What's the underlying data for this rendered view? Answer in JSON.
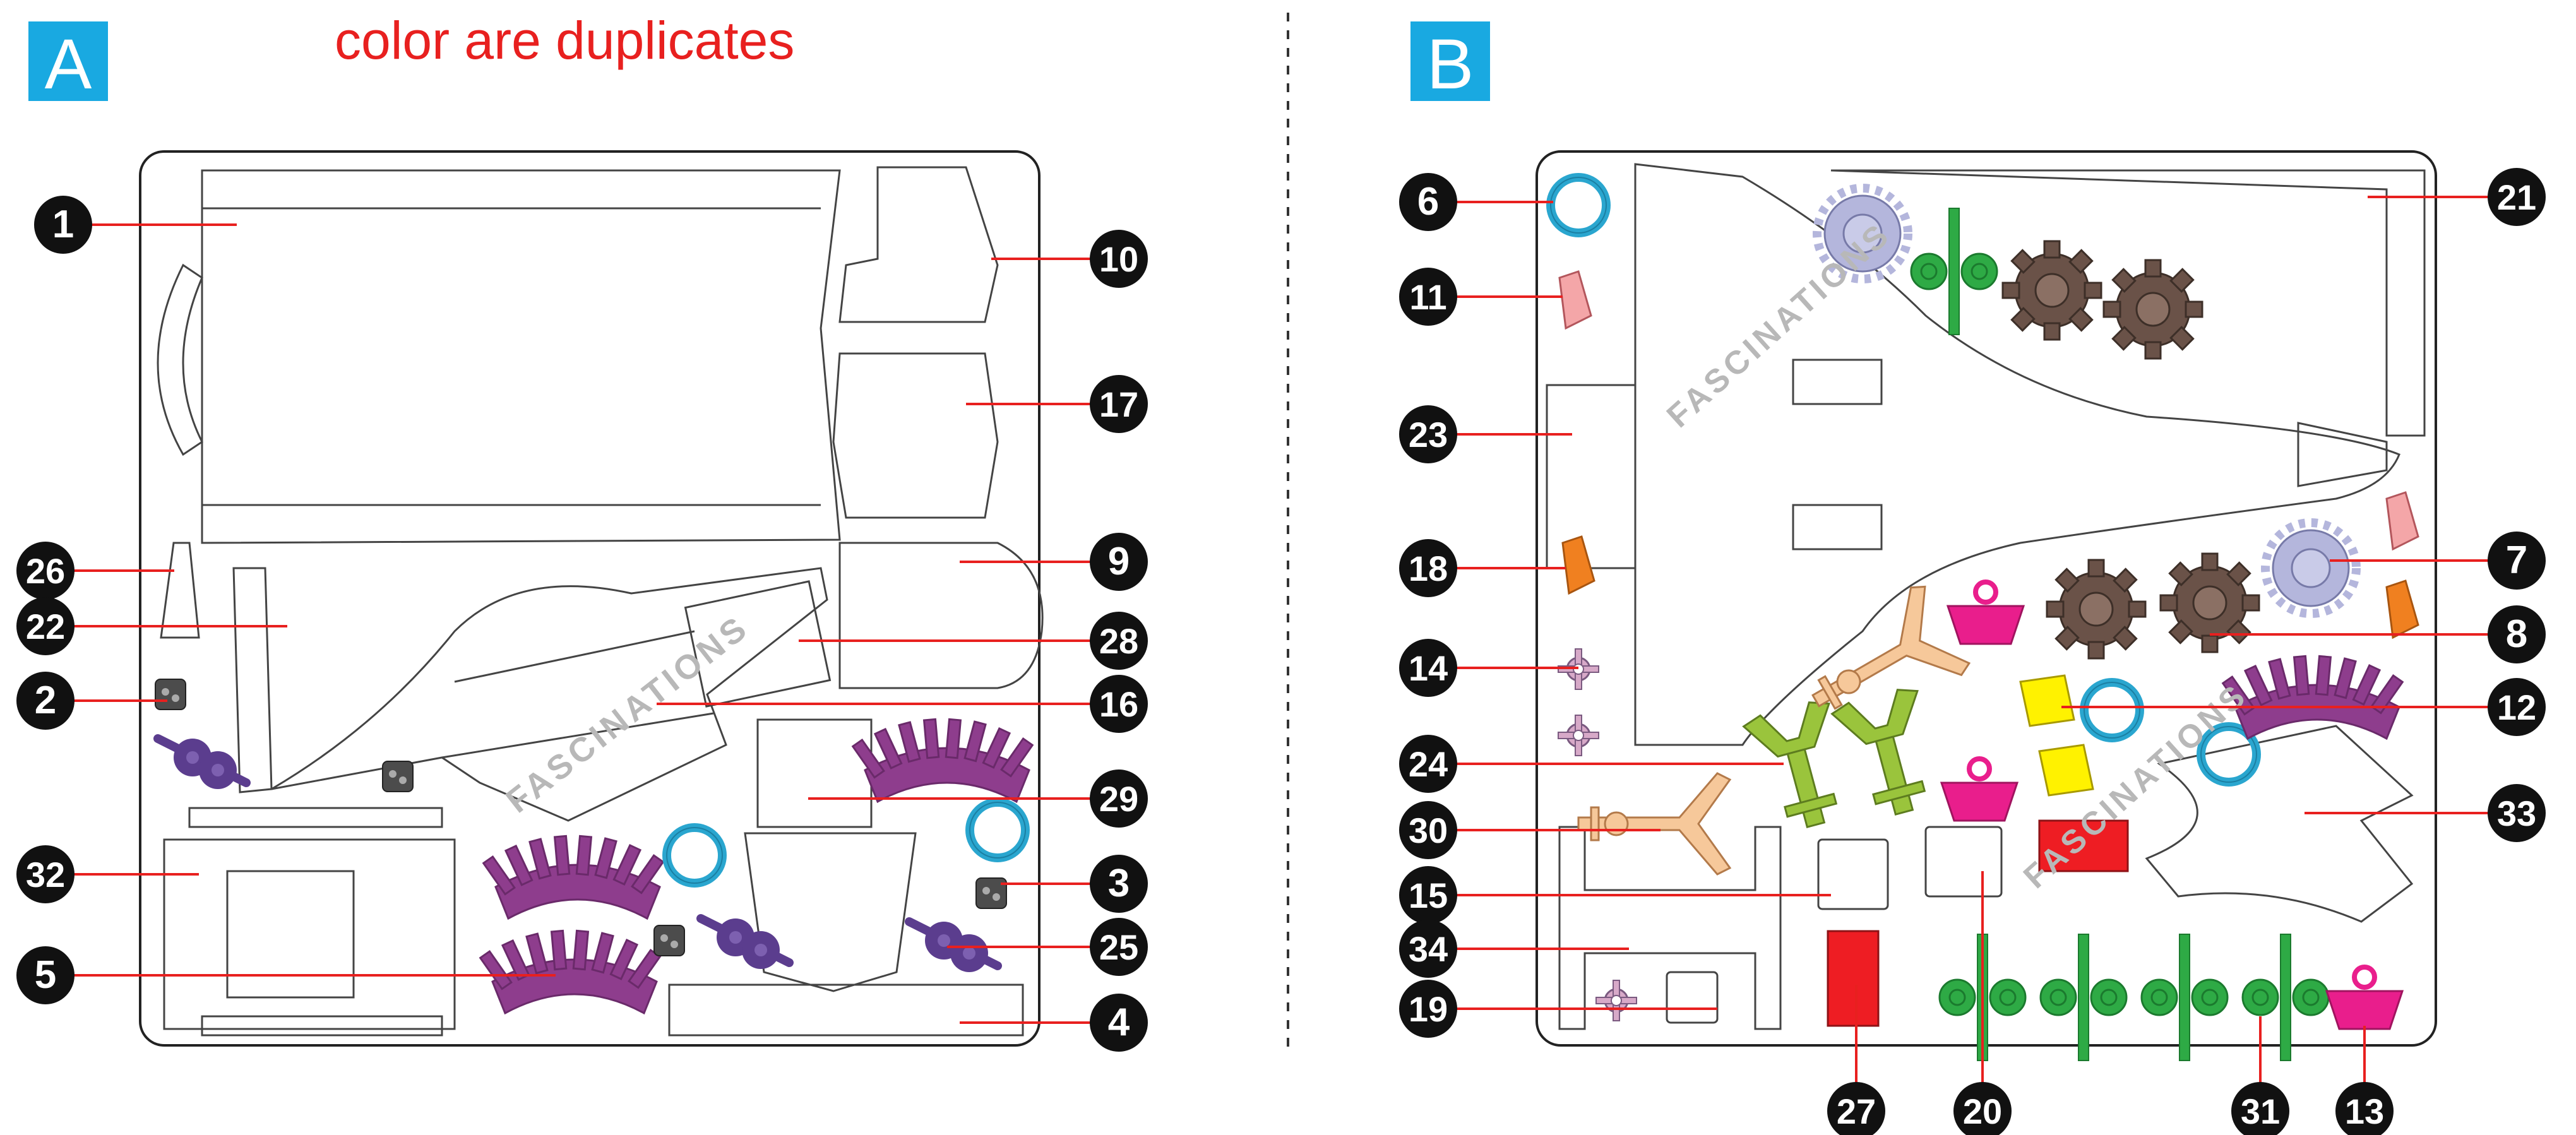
{
  "caption": "color are duplicates",
  "watermark": "FASCINATIONS",
  "colors": {
    "sheet_badge": "#19a9e1",
    "leader": "#e8201f",
    "callout": "#111111",
    "purple": "#8e3d8d",
    "blue_ring": "#2aa6cf",
    "pink": "#f4a6a8",
    "orange": "#f08020",
    "green": "#2eaa45",
    "brown": "#6a5248",
    "lavender": "#b4b6dc",
    "magenta": "#e91e8c",
    "yellow": "#fff200",
    "red": "#ee1d23",
    "olive": "#9ac43c",
    "tan": "#f6c89a"
  },
  "sheets": [
    {
      "id": "A",
      "label": "A",
      "callouts": [
        {
          "number": "1",
          "side": "left"
        },
        {
          "number": "26",
          "side": "left"
        },
        {
          "number": "22",
          "side": "left"
        },
        {
          "number": "2",
          "side": "left"
        },
        {
          "number": "32",
          "side": "left"
        },
        {
          "number": "5",
          "side": "left"
        },
        {
          "number": "10",
          "side": "right"
        },
        {
          "number": "17",
          "side": "right"
        },
        {
          "number": "9",
          "side": "right"
        },
        {
          "number": "28",
          "side": "right"
        },
        {
          "number": "16",
          "side": "right"
        },
        {
          "number": "29",
          "side": "right"
        },
        {
          "number": "3",
          "side": "right"
        },
        {
          "number": "25",
          "side": "right"
        },
        {
          "number": "4",
          "side": "right"
        }
      ]
    },
    {
      "id": "B",
      "label": "B",
      "callouts": [
        {
          "number": "6",
          "side": "left"
        },
        {
          "number": "11",
          "side": "left"
        },
        {
          "number": "23",
          "side": "left"
        },
        {
          "number": "18",
          "side": "left"
        },
        {
          "number": "14",
          "side": "left"
        },
        {
          "number": "24",
          "side": "left"
        },
        {
          "number": "30",
          "side": "left"
        },
        {
          "number": "15",
          "side": "left"
        },
        {
          "number": "34",
          "side": "left"
        },
        {
          "number": "19",
          "side": "left"
        },
        {
          "number": "21",
          "side": "right"
        },
        {
          "number": "7",
          "side": "right"
        },
        {
          "number": "8",
          "side": "right"
        },
        {
          "number": "12",
          "side": "right"
        },
        {
          "number": "33",
          "side": "right"
        },
        {
          "number": "27",
          "side": "bottom"
        },
        {
          "number": "20",
          "side": "bottom"
        },
        {
          "number": "31",
          "side": "bottom"
        },
        {
          "number": "13",
          "side": "bottom"
        }
      ]
    }
  ]
}
